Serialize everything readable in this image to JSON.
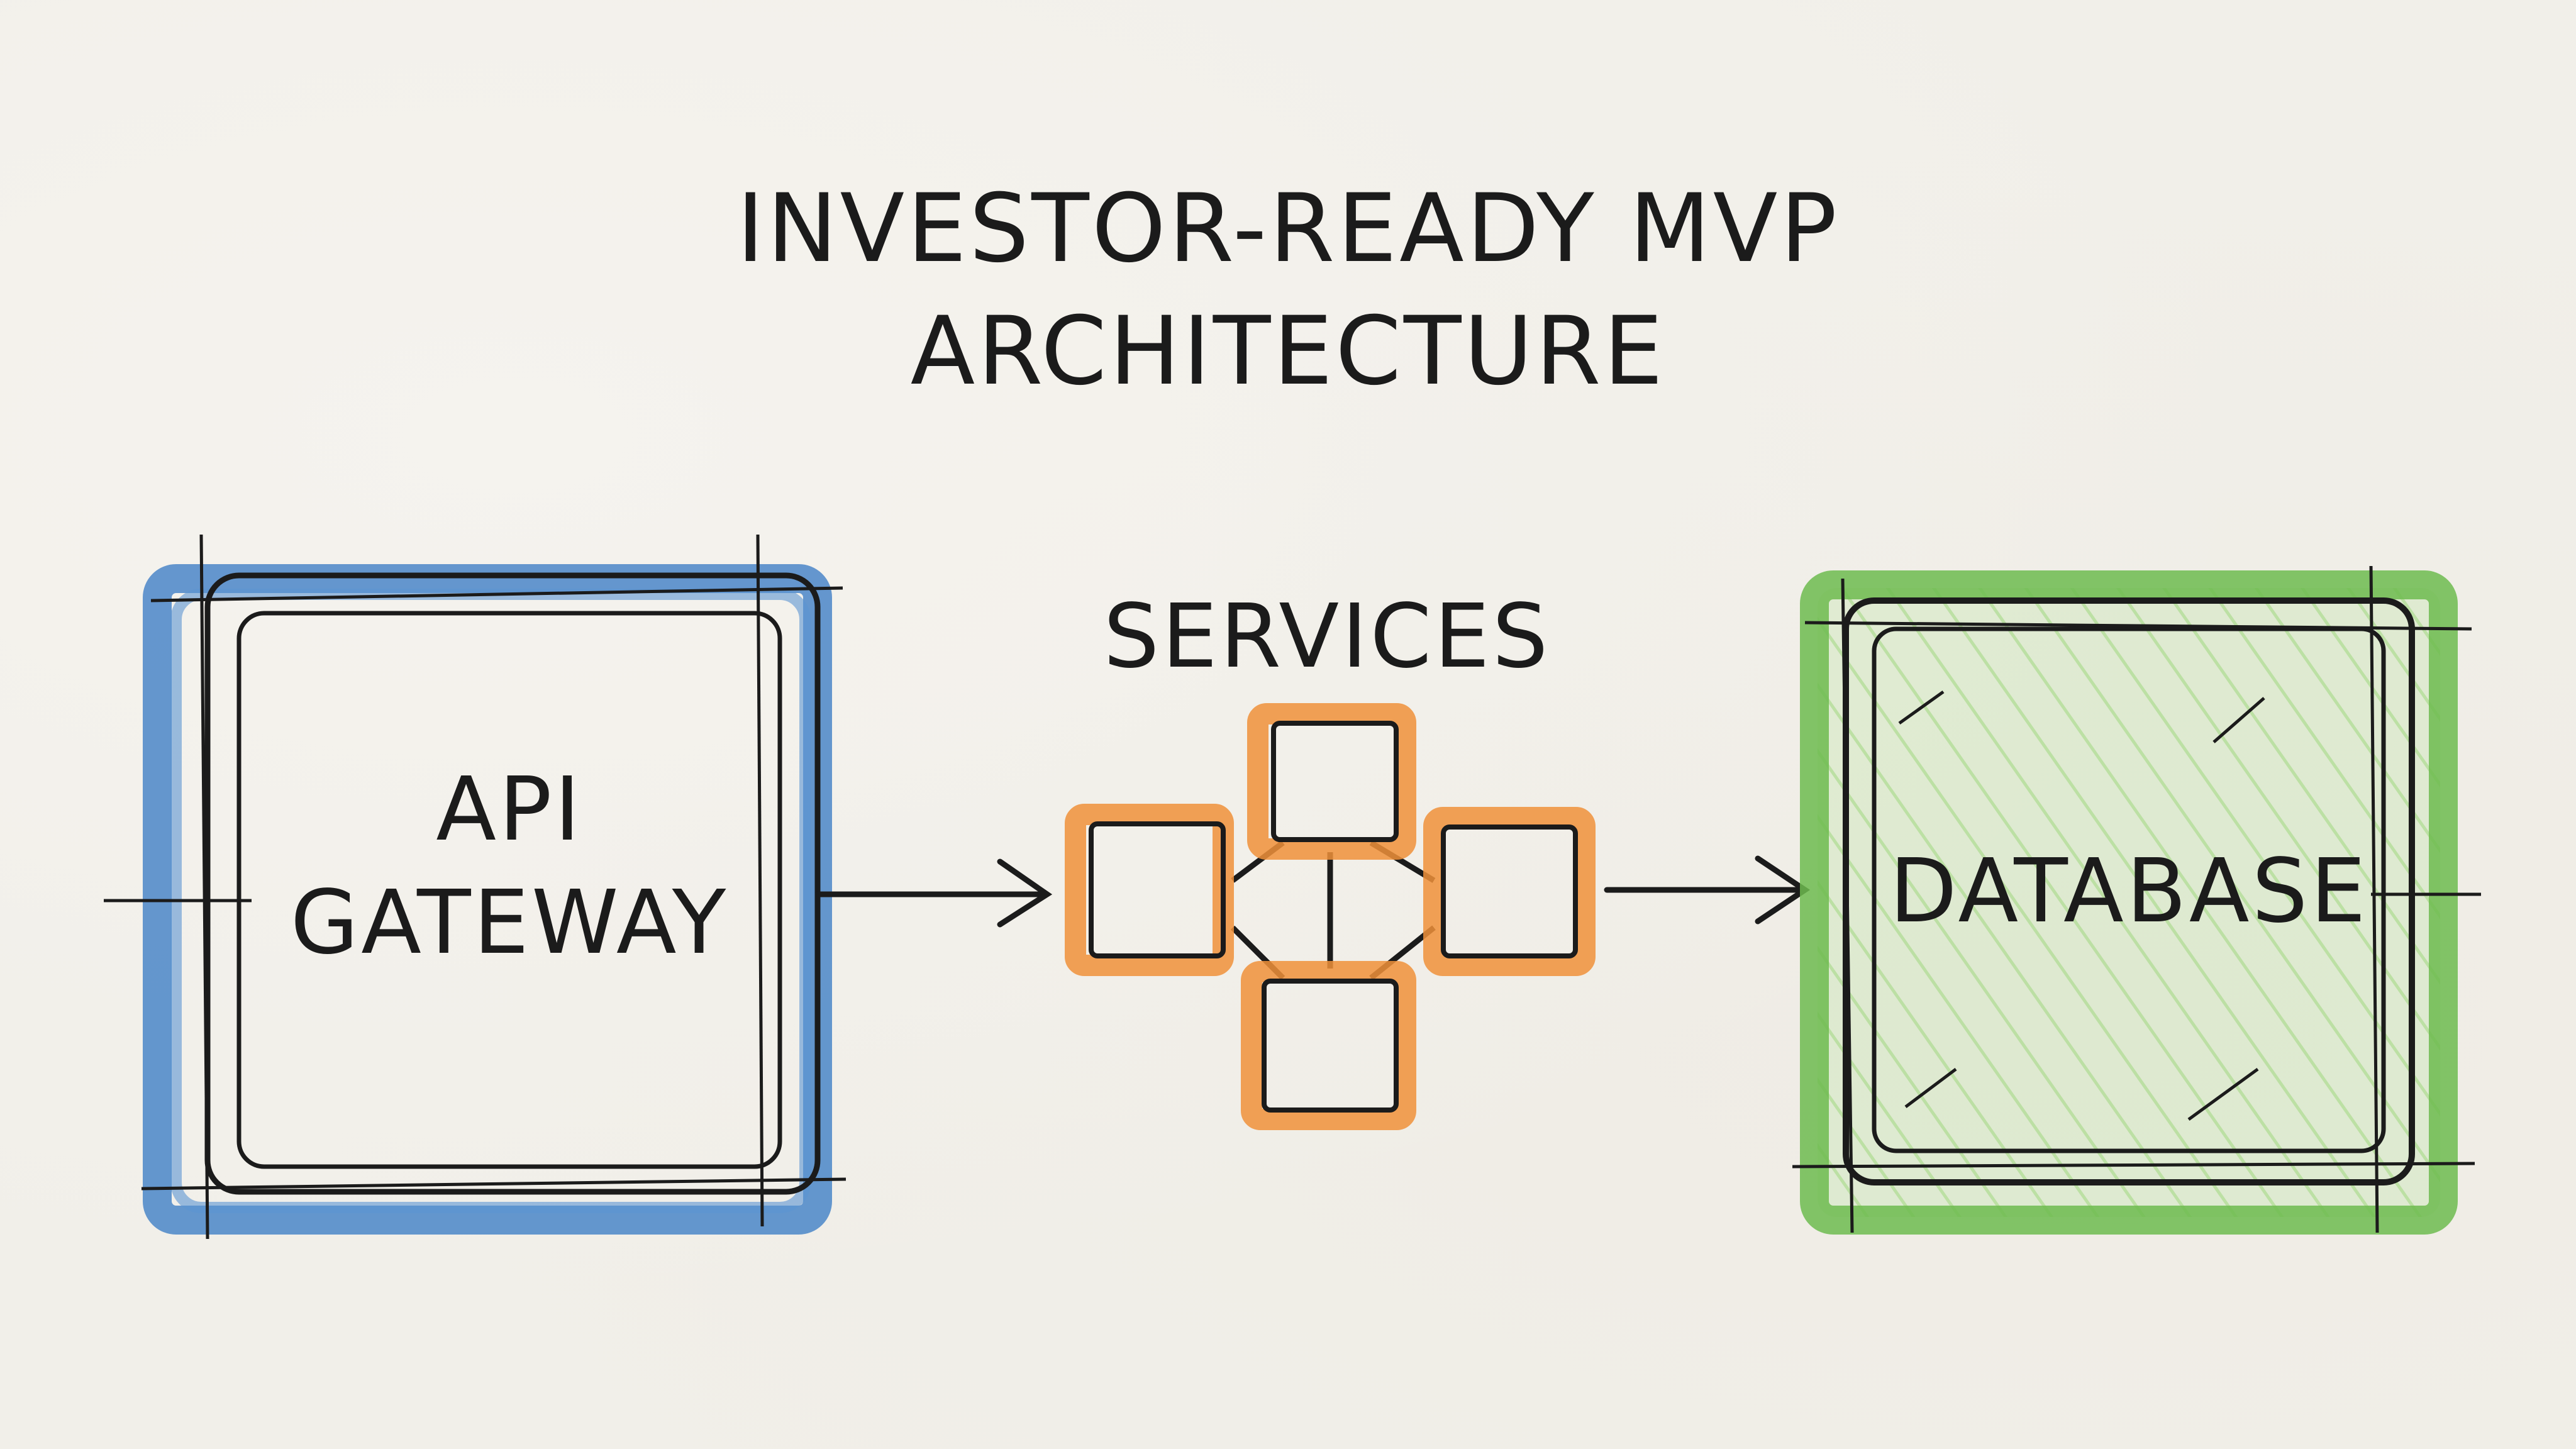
{
  "title": {
    "line1": "INVESTOR-READY MVP",
    "line2": "ARCHITECTURE"
  },
  "nodes": {
    "api_gateway": {
      "line1": "API",
      "line2": "GATEWAY",
      "color": "#4a86c8"
    },
    "services": {
      "label": "SERVICES",
      "color": "#f0913a"
    },
    "database": {
      "label": "DATABASE",
      "color": "#6dbb4f"
    }
  },
  "colors": {
    "ink": "#1b1b1b",
    "paper": "#f1efe9"
  }
}
